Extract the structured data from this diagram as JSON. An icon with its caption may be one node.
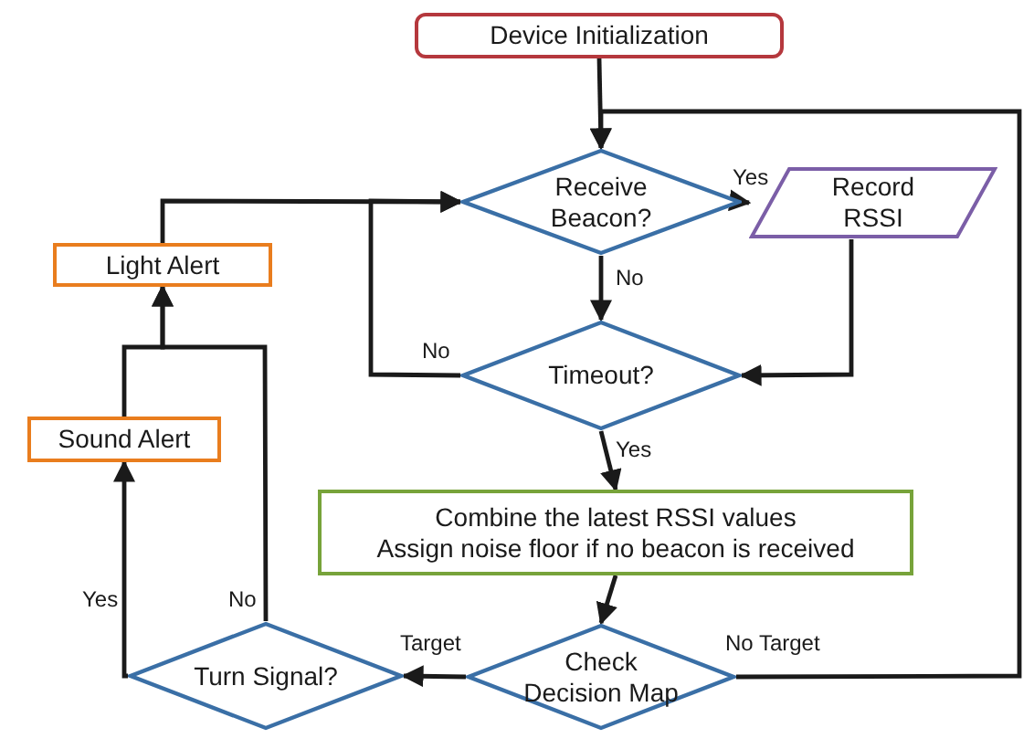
{
  "diagram": {
    "nodes": [
      {
        "text": [
          "Device Initialization"
        ]
      },
      {
        "text": [
          "Receive Beacon?"
        ]
      },
      {
        "text": [
          "Record RSSI"
        ]
      },
      {
        "text": [
          "Timeout?"
        ]
      },
      {
        "text": [
          "Combine the latest RSSI values",
          "Assign noise floor if no beacon is received"
        ]
      },
      {
        "text": [
          "Check Decision Map"
        ]
      },
      {
        "text": [
          "Turn Signal?"
        ]
      },
      {
        "text": [
          "Sound Alert"
        ]
      },
      {
        "text": [
          "Light Alert"
        ]
      }
    ],
    "edges": [
      {
        "from": 0,
        "to": 1,
        "arrow": "to"
      },
      {
        "from": 1,
        "to": 2,
        "arrow": "to",
        "label": "Yes"
      },
      {
        "from": 1,
        "to": 3,
        "arrow": "to",
        "label": "No"
      },
      {
        "from": 2,
        "to": 3,
        "arrow": "to"
      },
      {
        "from": 3,
        "to": 1,
        "arrow": "to",
        "label": "No"
      },
      {
        "from": 3,
        "to": 4,
        "arrow": "to",
        "label": "Yes"
      },
      {
        "from": 4,
        "to": 5,
        "arrow": "to"
      },
      {
        "from": 5,
        "to": 6,
        "arrow": "to",
        "label": "Target"
      },
      {
        "from": 5,
        "to": 1,
        "arrow": "to",
        "label": "No Target"
      },
      {
        "from": 6,
        "to": 7,
        "arrow": "to",
        "label": "Yes"
      },
      {
        "from": 6,
        "to": 8,
        "arrow": "to",
        "label": "No"
      },
      {
        "from": 7,
        "to": 8,
        "arrow": "to"
      },
      {
        "from": 8,
        "to": 1,
        "arrow": "to"
      }
    ]
  }
}
